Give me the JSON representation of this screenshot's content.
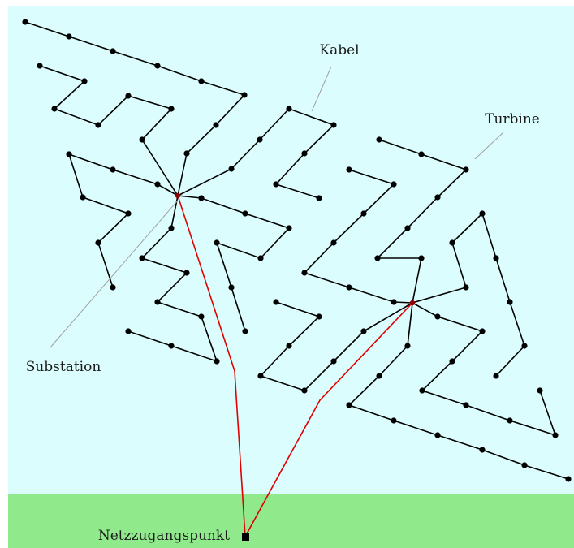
{
  "colors": {
    "sea": "#dcfdfd",
    "land": "#90ea8c",
    "cable": "#000000",
    "export_cable": "#e00000",
    "turbine": "#000000",
    "leader": "#a0a0a0"
  },
  "labels": {
    "cable": "Kabel",
    "turbine": "Turbine",
    "substation": "Substation",
    "grid_point": "Netzzugangspunkt"
  },
  "icons": {
    "turbine": "filled-circle",
    "substation": "dark-red-dot",
    "grid_point": "filled-square"
  }
}
